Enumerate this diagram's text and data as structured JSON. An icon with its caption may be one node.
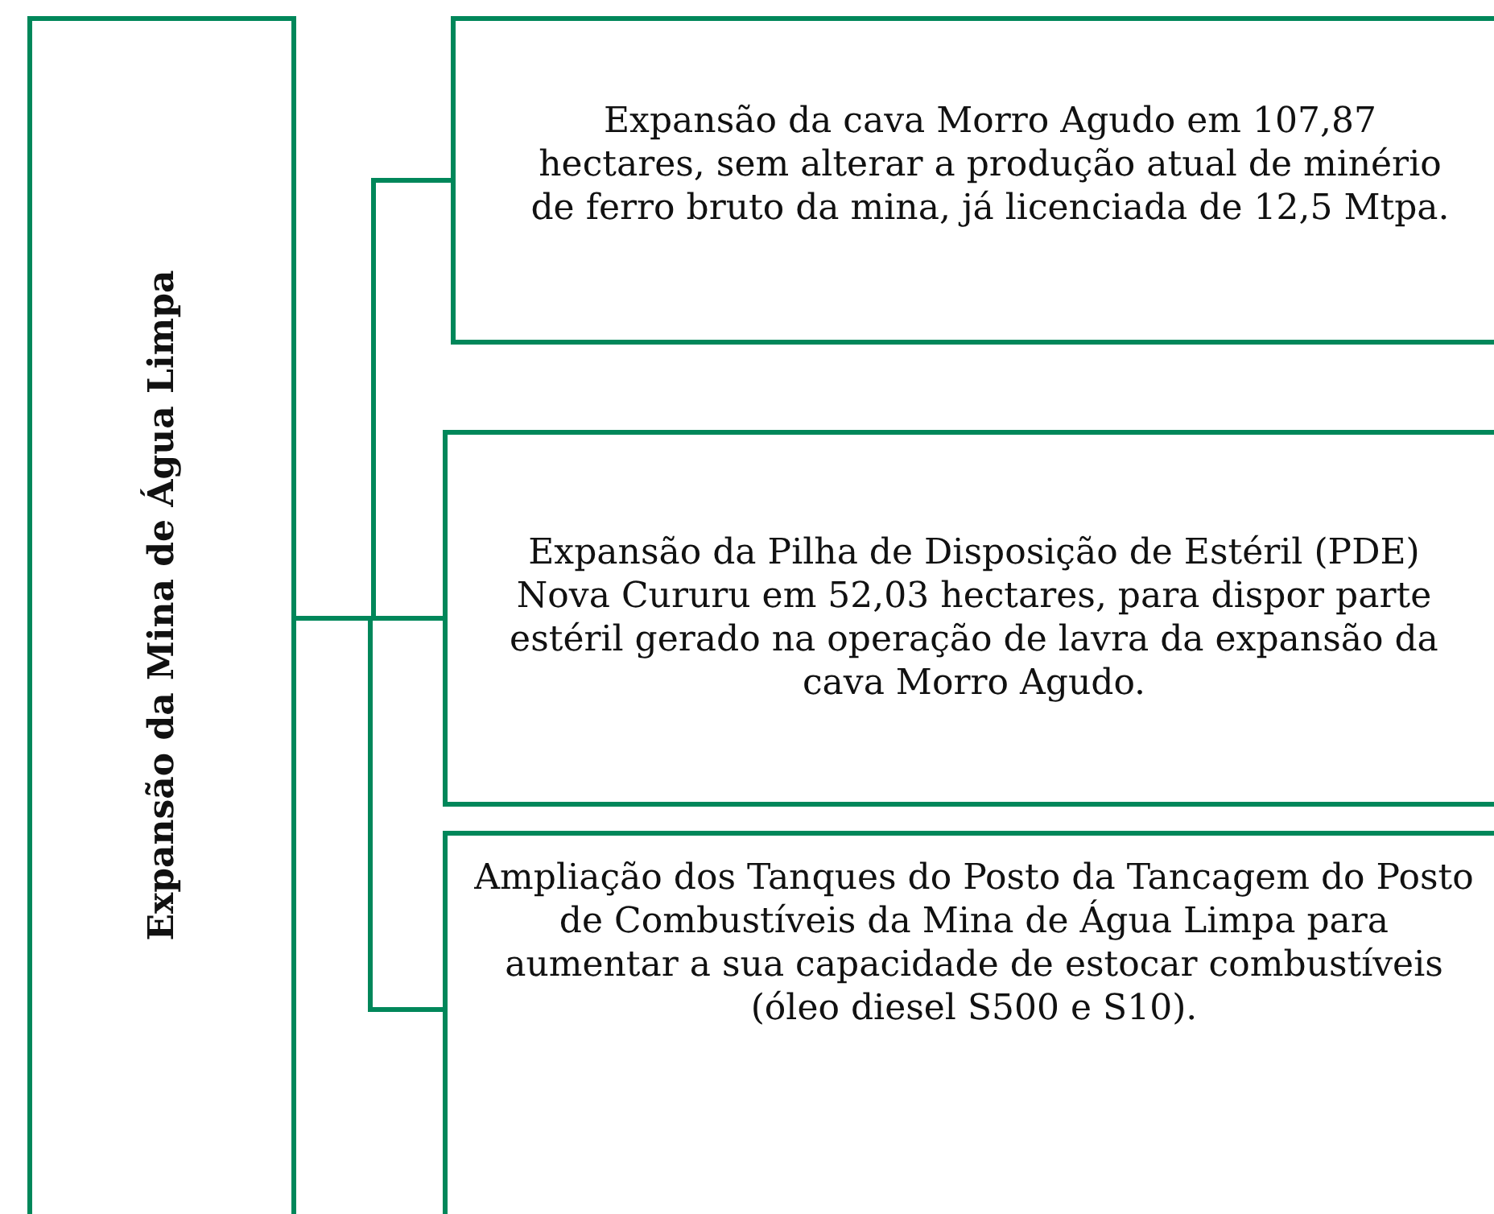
{
  "diagram": {
    "nodes": [
      {
        "text": [
          "Expansão da Mina de Água Limpa"
        ]
      },
      {
        "text": [
          "Expansão da cava Morro Agudo em 107,87 hectares, sem alterar a produção atual de minério de ferro bruto da mina, já licenciada de 12,5 Mtpa."
        ]
      },
      {
        "text": [
          "Expansão da Pilha de Disposição de Estéril (PDE) Nova Cururu em 52,03 hectares, para dispor parte estéril gerado na operação de lavra da expansão da cava Morro Agudo."
        ]
      },
      {
        "text": [
          "Ampliação dos Tanques do Posto da Tancagem do Posto de Combustíveis da Mina de Água Limpa para aumentar a sua capacidade de estocar combustíveis (óleo diesel S500 e S10)."
        ]
      }
    ],
    "edges": [
      {
        "from": 0,
        "to": 1,
        "arrow": "none"
      },
      {
        "from": 0,
        "to": 2,
        "arrow": "none"
      },
      {
        "from": 0,
        "to": 3,
        "arrow": "none"
      }
    ]
  }
}
